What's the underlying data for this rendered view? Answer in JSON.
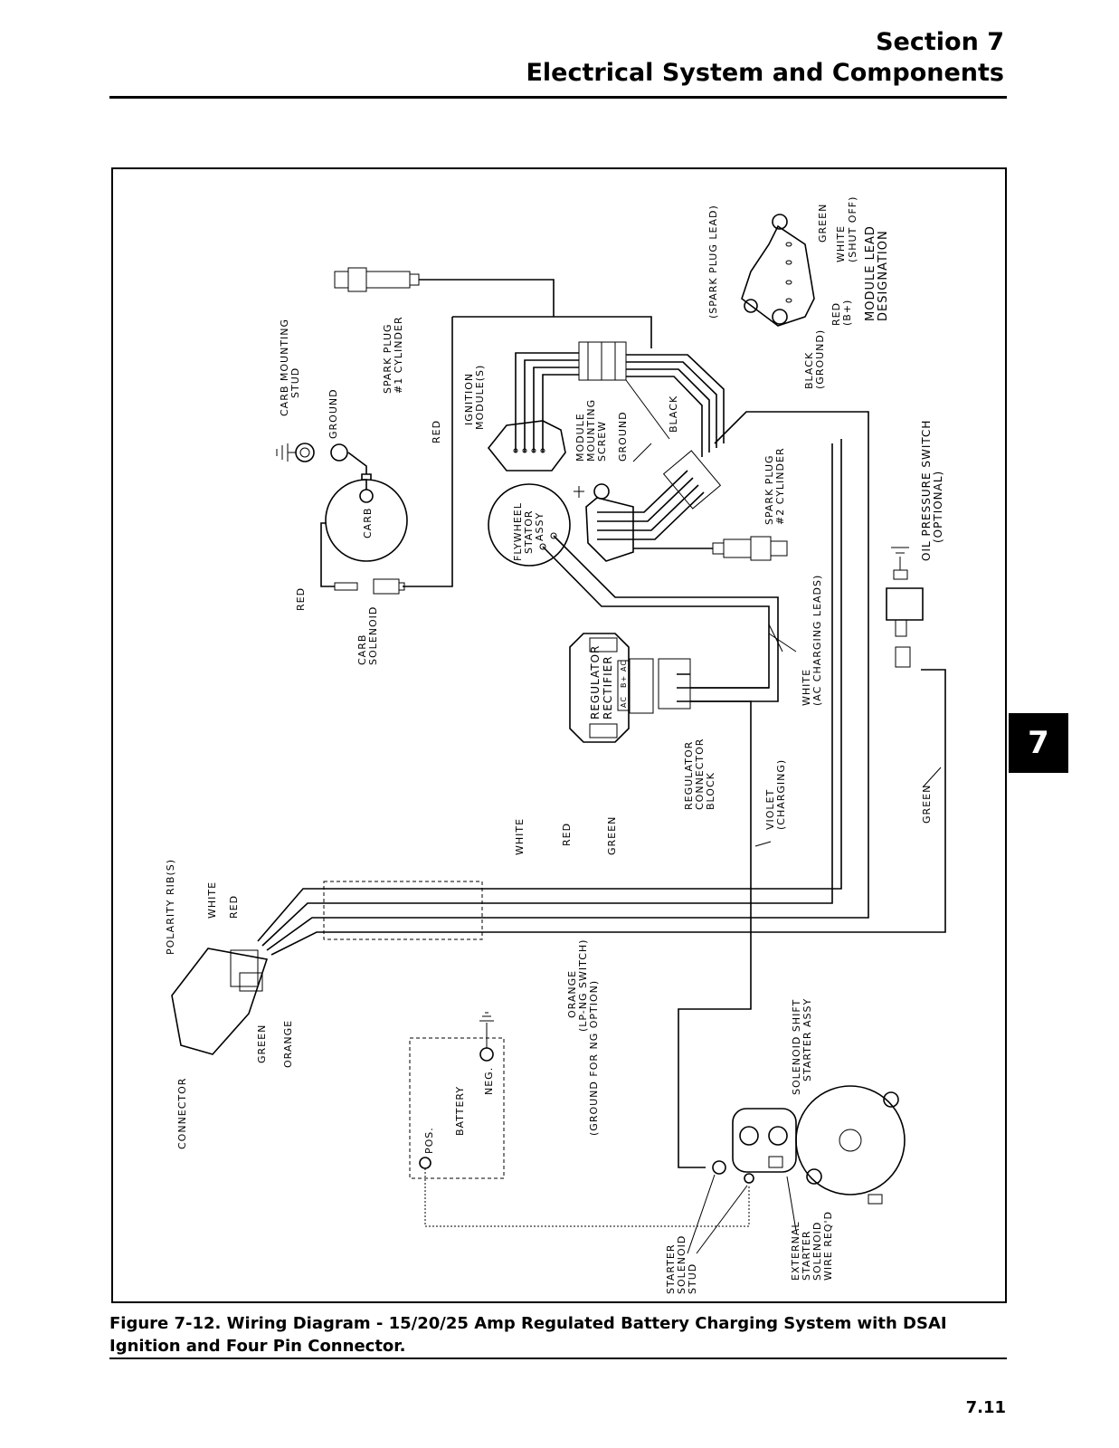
{
  "header": {
    "section": "Section 7",
    "title": "Electrical System and Components"
  },
  "tab": {
    "label": "7"
  },
  "caption": "Figure 7-12. Wiring Diagram - 15/20/25 Amp Regulated Battery Charging System with DSAI Ignition and Four Pin Connector.",
  "page_number": "7.11",
  "diagram": {
    "labels": {
      "spark_plug_lead": "(SPARK PLUG LEAD)",
      "green_top": "GREEN",
      "white_shutoff_1": "WHITE",
      "white_shutoff_2": "(SHUT OFF)",
      "module_lead_1": "MODULE LEAD",
      "module_lead_2": "DESIGNATION",
      "red_b_1": "RED",
      "red_b_2": "(B+)",
      "black_ground_1": "BLACK",
      "black_ground_2": "(GROUND)",
      "spark_plug_1_1": "SPARK PLUG",
      "spark_plug_1_2": "#1 CYLINDER",
      "carb_mounting_1": "CARB MOUNTING",
      "carb_mounting_2": "STUD",
      "ground_1": "GROUND",
      "ignition_modules_1": "IGNITION",
      "ignition_modules_2": "MODULE(S)",
      "red_wire_1": "RED",
      "module_screw_1": "MODULE",
      "module_screw_2": "MOUNTING",
      "module_screw_3": "SCREW",
      "ground_2": "GROUND",
      "black_wire": "BLACK",
      "carb": "CARB",
      "flywheel_1": "FLYWHEEL",
      "flywheel_2": "STATOR",
      "flywheel_3": "ASSY",
      "spark_plug_2_1": "SPARK PLUG",
      "spark_plug_2_2": "#2 CYLINDER",
      "oil_pressure_1": "OIL PRESSURE SWITCH",
      "oil_pressure_2": "(OPTIONAL)",
      "red_wire_2": "RED",
      "carb_solenoid_1": "CARB",
      "carb_solenoid_2": "SOLENOID",
      "regulator_1": "REGULATOR",
      "regulator_2": "RECTIFIER",
      "ac_1": "AC",
      "b_plus": "B+",
      "ac_2": "AC",
      "white_ac_1": "WHITE",
      "white_ac_2": "(AC CHARGING LEADS)",
      "reg_block_1": "REGULATOR",
      "reg_block_2": "CONNECTOR",
      "reg_block_3": "BLOCK",
      "violet_1": "VIOLET",
      "violet_2": "(CHARGING)",
      "green_right": "GREEN",
      "white_mid": "WHITE",
      "red_mid": "RED",
      "green_mid": "GREEN",
      "polarity": "POLARITY RIB(S)",
      "white_conn": "WHITE",
      "red_conn": "RED",
      "green_conn": "GREEN",
      "orange_conn": "ORANGE",
      "connector": "CONNECTOR",
      "orange_1": "ORANGE",
      "orange_2": "(LP-NG SWITCH)",
      "orange_3": "(GROUND FOR NG OPTION)",
      "neg": "NEG.",
      "battery": "BATTERY",
      "pos": "POS.",
      "solenoid_shift_1": "SOLENOID SHIFT",
      "solenoid_shift_2": "STARTER ASSY",
      "starter_stud_1": "STARTER",
      "starter_stud_2": "SOLENOID",
      "starter_stud_3": "STUD",
      "external_1": "EXTERNAL",
      "external_2": "STARTER",
      "external_3": "SOLENOID",
      "external_4": "WIRE REQ'D"
    }
  }
}
